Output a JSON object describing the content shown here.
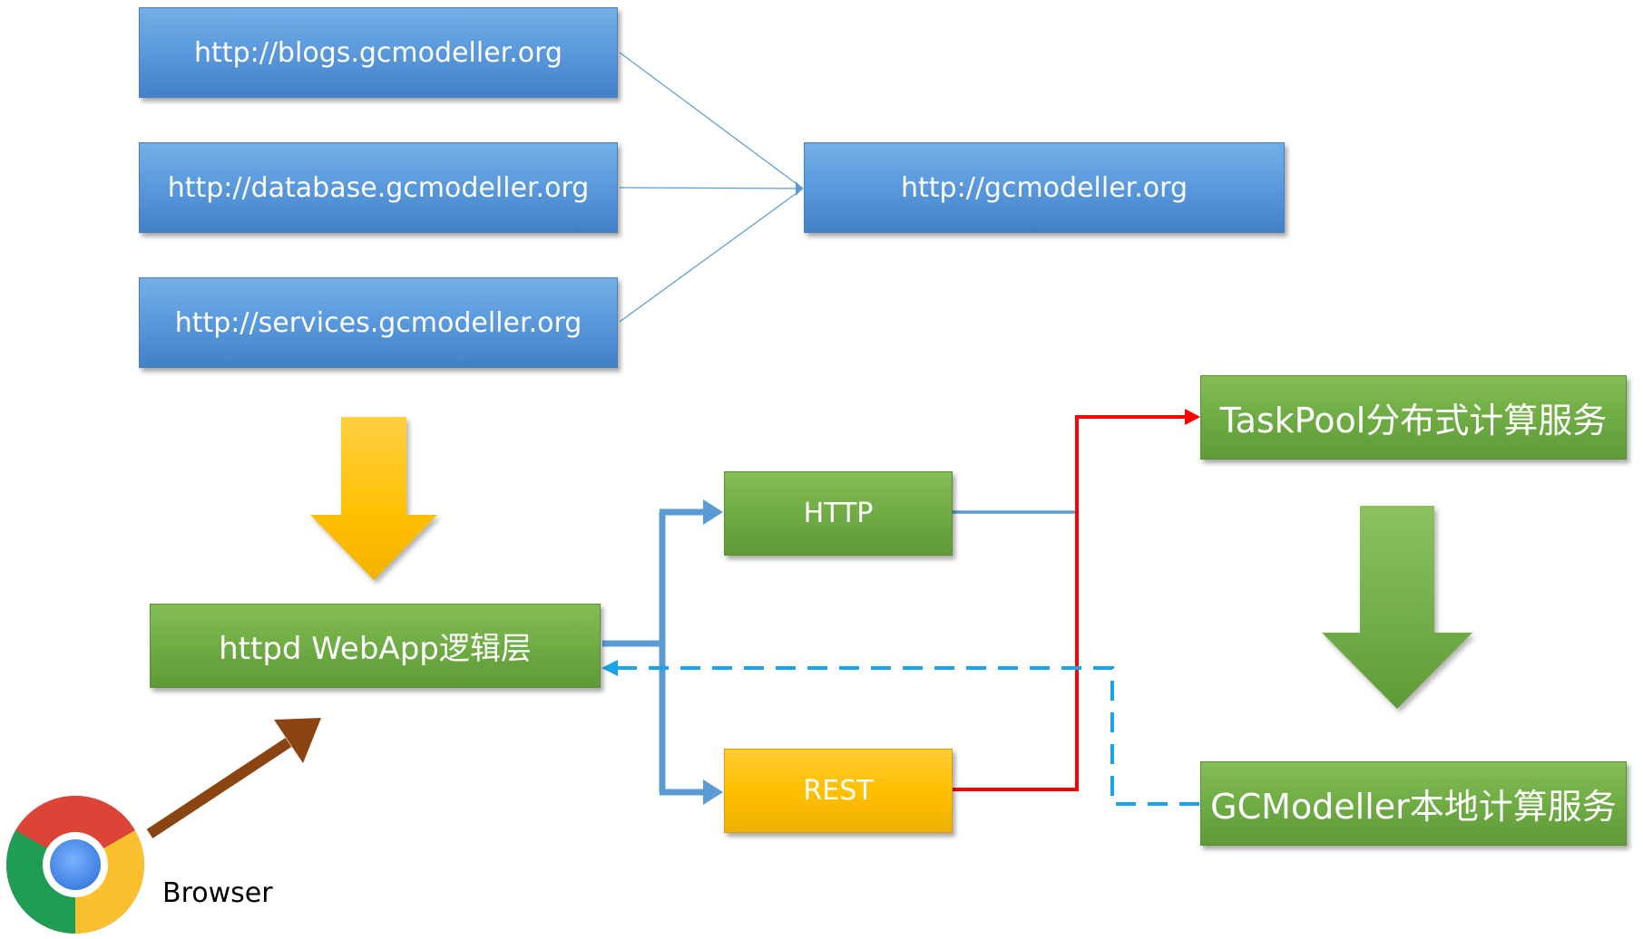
{
  "domains": {
    "blogs": "http://blogs.gcmodeller.org",
    "database": "http://database.gcmodeller.org",
    "services": "http://services.gcmodeller.org",
    "main": "http://gcmodeller.org"
  },
  "nodes": {
    "webapp": "httpd WebApp逻辑层",
    "http": "HTTP",
    "rest": "REST",
    "taskpool": "TaskPool分布式计算服务",
    "local": "GCModeller本地计算服务"
  },
  "browser": {
    "label": "Browser",
    "icon": "chrome-icon"
  },
  "colors": {
    "blue_box": "#5b9bdd",
    "green_box": "#70ad47",
    "gold_box": "#ffc000",
    "blue_line": "#5b9bd5",
    "red_line": "#ff0000",
    "dashed_line": "#1aa3e8",
    "brown_arrow": "#8b4513"
  }
}
